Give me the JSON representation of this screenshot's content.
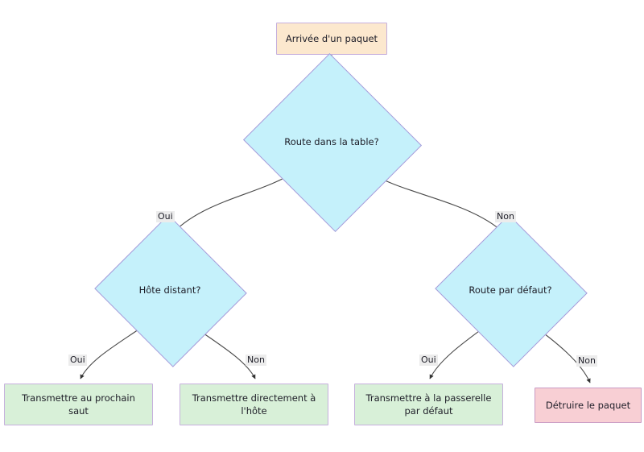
{
  "diagram": {
    "title": "Arrivée d'un paquet",
    "language": "fr",
    "nodes": {
      "start": {
        "label": "Arrivée d'un paquet",
        "shape": "rectangle",
        "fill": "#fce8ce",
        "stroke": "#c6b0dd"
      },
      "d1": {
        "label": "Route dans la table?",
        "shape": "diamond",
        "fill": "#c5f1fb",
        "stroke": "#a89ada"
      },
      "d2": {
        "label": "Hôte distant?",
        "shape": "diamond",
        "fill": "#c5f1fb",
        "stroke": "#a89ada"
      },
      "d3": {
        "label": "Route par défaut?",
        "shape": "diamond",
        "fill": "#c5f1fb",
        "stroke": "#a89ada"
      },
      "t1": {
        "label": "Transmettre au prochain saut",
        "shape": "rectangle",
        "fill": "#d8f0d8",
        "stroke": "#c6b0dd"
      },
      "t2": {
        "label": "Transmettre directement à l'hôte",
        "shape": "rectangle",
        "fill": "#d8f0d8",
        "stroke": "#c6b0dd"
      },
      "t3": {
        "label": "Transmettre à la passerelle par défaut",
        "shape": "rectangle",
        "fill": "#d8f0d8",
        "stroke": "#c6b0dd"
      },
      "t4": {
        "label": "Détruire le paquet",
        "shape": "rectangle",
        "fill": "#f8cfd4",
        "stroke": "#c99bc4"
      }
    },
    "edges": [
      {
        "from": "start",
        "to": "d1",
        "label": ""
      },
      {
        "from": "d1",
        "to": "d2",
        "label": "Oui"
      },
      {
        "from": "d1",
        "to": "d3",
        "label": "Non"
      },
      {
        "from": "d2",
        "to": "t1",
        "label": "Oui"
      },
      {
        "from": "d2",
        "to": "t2",
        "label": "Non"
      },
      {
        "from": "d3",
        "to": "t3",
        "label": "Oui"
      },
      {
        "from": "d3",
        "to": "t4",
        "label": "Non"
      }
    ],
    "edge_labels": {
      "d1_yes": "Oui",
      "d1_no": "Non",
      "d2_yes": "Oui",
      "d2_no": "Non",
      "d3_yes": "Oui",
      "d3_no": "Non"
    }
  }
}
